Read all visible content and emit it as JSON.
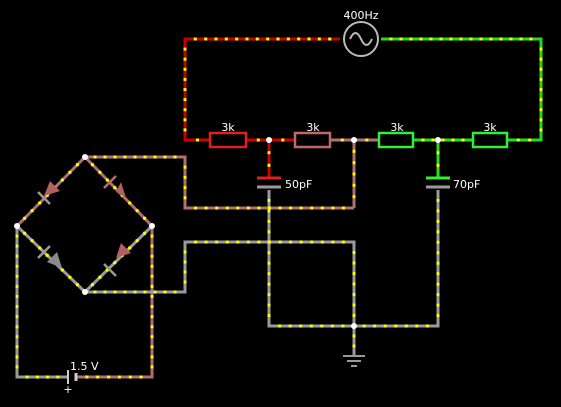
{
  "labels": {
    "source_freq": "400Hz",
    "r1": "3k",
    "r2": "3k",
    "r3": "3k",
    "r4": "3k",
    "c1": "50pF",
    "c2": "70pF",
    "battery": "1.5 V",
    "battery_plus": "+"
  },
  "colors": {
    "background": "#000000",
    "wire_red": "#c80000",
    "wire_green": "#22dd22",
    "wire_pink": "#b07070",
    "wire_gray": "#9a9a9a",
    "current_dot": "#ffff00",
    "node": "#ffffff"
  }
}
